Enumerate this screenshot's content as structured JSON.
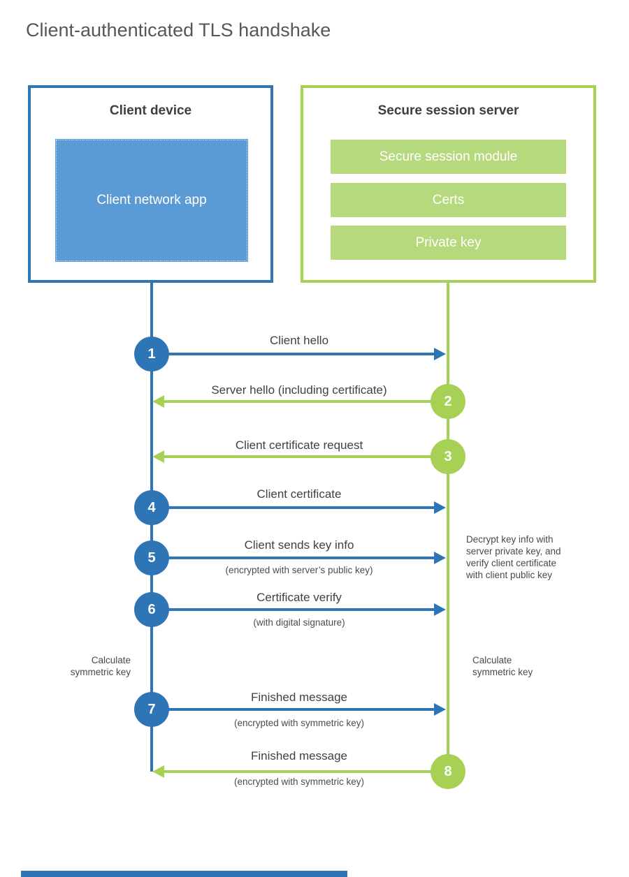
{
  "title": "Client-authenticated TLS handshake",
  "colors": {
    "blue": "#2e75b6",
    "blue_fill": "#5b9bd5",
    "green": "#a6d155",
    "green_fill": "#b7d97e"
  },
  "client": {
    "title": "Client device",
    "app_label": "Client network app"
  },
  "server": {
    "title": "Secure session server",
    "modules": [
      "Secure session module",
      "Certs",
      "Private key"
    ]
  },
  "messages": [
    {
      "num": "1",
      "label": "Client hello",
      "sub": "",
      "direction": "client-to-server",
      "color": "blue"
    },
    {
      "num": "2",
      "label": "Server hello (including certificate)",
      "sub": "",
      "direction": "server-to-client",
      "color": "green"
    },
    {
      "num": "3",
      "label": "Client certificate request",
      "sub": "",
      "direction": "server-to-client",
      "color": "green"
    },
    {
      "num": "4",
      "label": "Client certificate",
      "sub": "",
      "direction": "client-to-server",
      "color": "blue"
    },
    {
      "num": "5",
      "label": "Client sends key info",
      "sub": "(encrypted with server’s public key)",
      "direction": "client-to-server",
      "color": "blue"
    },
    {
      "num": "6",
      "label": "Certificate verify",
      "sub": "(with digital signature)",
      "direction": "client-to-server",
      "color": "blue"
    },
    {
      "num": "7",
      "label": "Finished message",
      "sub": "(encrypted with symmetric key)",
      "direction": "client-to-server",
      "color": "blue"
    },
    {
      "num": "8",
      "label": "Finished message",
      "sub": "(encrypted with symmetric key)",
      "direction": "server-to-client",
      "color": "green"
    }
  ],
  "annotations": {
    "decrypt_note": "Decrypt key info with\nserver private key, and\nverify client certificate\nwith client public key",
    "calc_left": "Calculate\nsymmetric key",
    "calc_right": "Calculate\nsymmetric key"
  }
}
